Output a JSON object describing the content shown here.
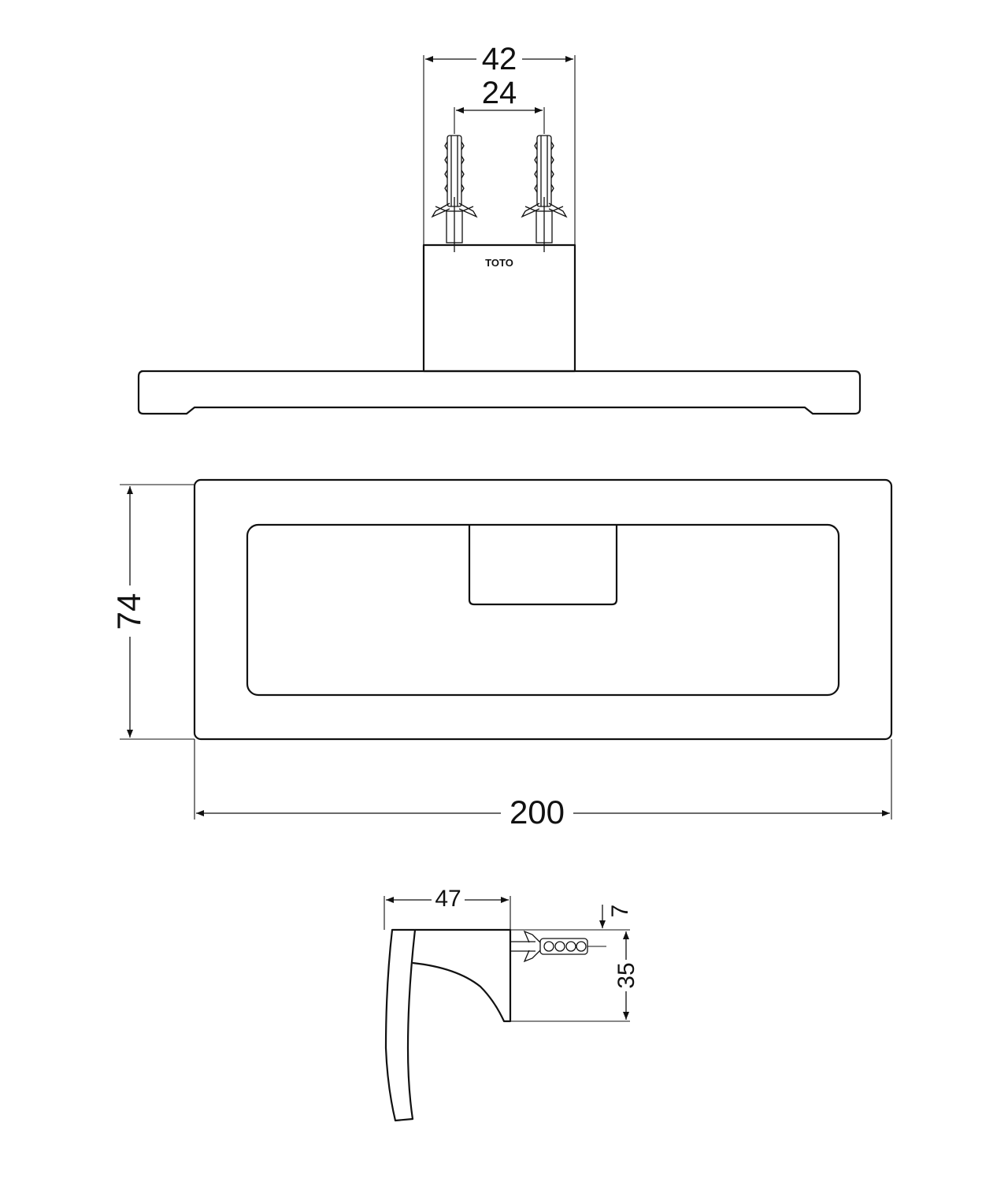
{
  "drawing": {
    "brand_mark": "TOTO",
    "dimensions": {
      "mount_outer_width": "42",
      "mount_screw_spacing": "24",
      "ring_height": "74",
      "ring_width": "200",
      "projection_depth": "47",
      "screw_offset": "7",
      "mount_height": "35"
    }
  }
}
